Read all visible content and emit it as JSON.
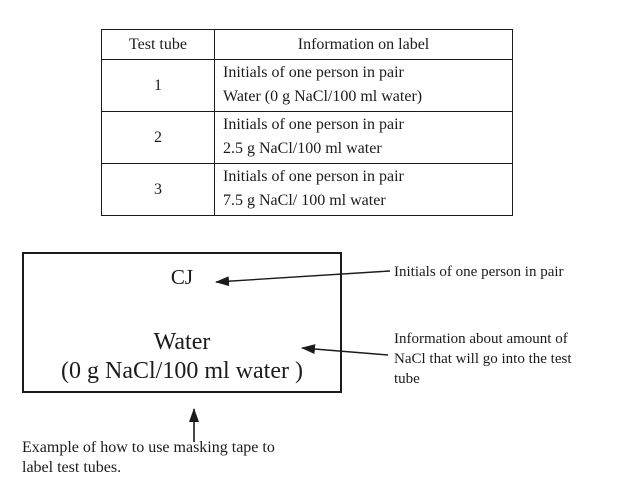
{
  "page": {
    "background_color": "#ffffff",
    "text_color": "#1b1b1b",
    "border_color": "#1b1b1b"
  },
  "table": {
    "headers": [
      "Test tube",
      "Information on label"
    ],
    "rows": [
      {
        "tube": "1",
        "label_lines": [
          "Initials of one person in pair",
          "Water (0 g NaCl/100 ml water)"
        ]
      },
      {
        "tube": "2",
        "label_lines": [
          "Initials of one person in pair",
          "2.5 g NaCl/100 ml water"
        ]
      },
      {
        "tube": "3",
        "label_lines": [
          "Initials of one person in pair",
          "7.5 g NaCl/ 100 ml water"
        ]
      }
    ]
  },
  "label_box": {
    "initials": "CJ",
    "solution_name": "Water",
    "solution_detail": "(0 g NaCl/100 ml water )"
  },
  "annotations": {
    "initials_note": "Initials of one person in pair",
    "nacl_note_lines": [
      "Information about amount of",
      "NaCl that will go into the test",
      "tube"
    ],
    "caption_lines": [
      "Example of how to use masking tape to",
      "label test tubes."
    ]
  }
}
